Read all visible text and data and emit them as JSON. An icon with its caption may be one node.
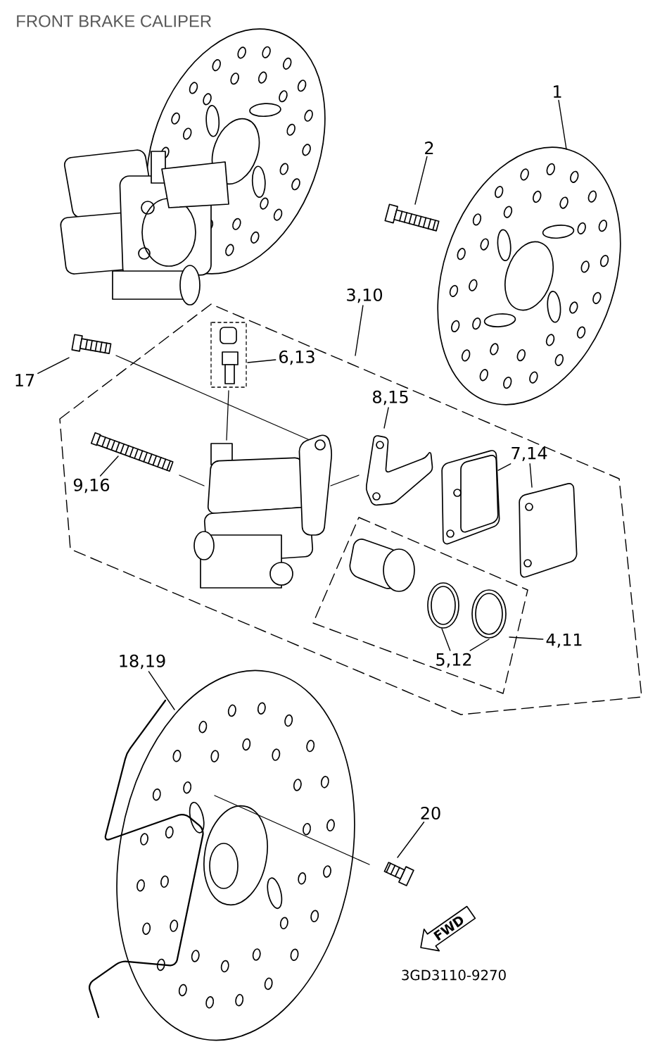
{
  "diagram": {
    "title": "FRONT BRAKE CALIPER",
    "nodes": [
      {
        "text": [
          "1"
        ]
      },
      {
        "text": [
          "2"
        ]
      },
      {
        "text": [
          "3,10"
        ]
      },
      {
        "text": [
          "6,13"
        ]
      },
      {
        "text": [
          "17"
        ]
      },
      {
        "text": [
          "8,15"
        ]
      },
      {
        "text": [
          "7,14"
        ]
      },
      {
        "text": [
          "9,16"
        ]
      },
      {
        "text": [
          "4,11"
        ]
      },
      {
        "text": [
          "5,12"
        ]
      },
      {
        "text": [
          "18,19"
        ]
      },
      {
        "text": [
          "20"
        ]
      },
      {
        "text": [
          "FWD"
        ]
      }
    ],
    "edges": [
      {
        "from": 0,
        "to": null,
        "arrow": "none"
      },
      {
        "from": 1,
        "to": null,
        "arrow": "none"
      },
      {
        "from": 2,
        "to": null,
        "arrow": "none"
      },
      {
        "from": 3,
        "to": null,
        "arrow": "none"
      },
      {
        "from": 4,
        "to": null,
        "arrow": "none"
      },
      {
        "from": 5,
        "to": null,
        "arrow": "none"
      },
      {
        "from": 6,
        "to": null,
        "arrow": "none"
      },
      {
        "from": 6,
        "to": null,
        "arrow": "none"
      },
      {
        "from": 7,
        "to": null,
        "arrow": "none"
      },
      {
        "from": 8,
        "to": null,
        "arrow": "none"
      },
      {
        "from": 9,
        "to": null,
        "arrow": "none"
      },
      {
        "from": 9,
        "to": null,
        "arrow": "none"
      },
      {
        "from": 10,
        "to": null,
        "arrow": "none"
      },
      {
        "from": 11,
        "to": null,
        "arrow": "none"
      }
    ],
    "labels": [
      "3GD3110-9270"
    ]
  }
}
